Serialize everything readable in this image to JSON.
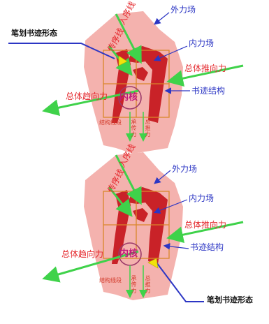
{
  "colors": {
    "shape_fill": "#f4b2ae",
    "glyph": "#c4161c",
    "grid": "#d9862a",
    "core_ring": "#9c3a6a",
    "green_arrow": "#3fd24a",
    "blue_arrow": "#2c36c4",
    "yellow_marker": "#f1e20b"
  },
  "labels": {
    "external_force": "外力场",
    "internal_force": "内力场",
    "push_force": "总体推向力",
    "approach_force": "总体趋向力",
    "script_structure": "书迹结构",
    "stroke_form": "笔划书迹形态",
    "entry_line": "入序线",
    "transfer_line": "传序线",
    "core": "内核",
    "structure_line": "结构线段",
    "bearing_force": "承传力",
    "yield_force": "总推力"
  },
  "panels": [
    {
      "id": "top"
    },
    {
      "id": "bottom"
    }
  ]
}
